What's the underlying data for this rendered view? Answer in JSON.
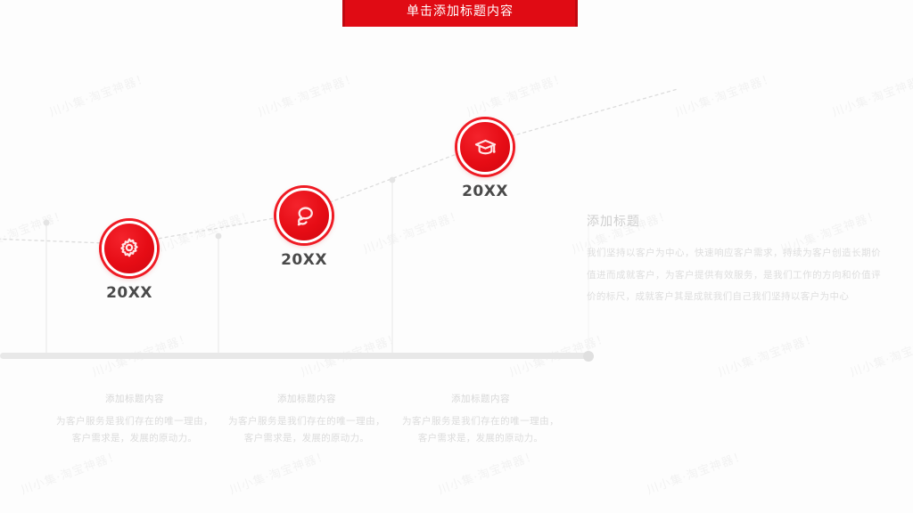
{
  "slide": {
    "background_color": "#fdfdfd",
    "accent_color": "#e00b14",
    "title_banner": {
      "text": "单击添加标题内容"
    }
  },
  "watermark": {
    "text": "川小集·淘宝神器！",
    "color": "#f2f2f2"
  },
  "timeline": {
    "milestones": [
      {
        "icon": "gear-icon",
        "year": "20XX"
      },
      {
        "icon": "chat-bubble-icon",
        "year": "20XX"
      },
      {
        "icon": "graduation-cap-icon",
        "year": "20XX"
      }
    ]
  },
  "captions": [
    {
      "title": "添加标题内容",
      "body": "为客户服务是我们存在的唯一理由，客户需求是，发展的原动力。"
    },
    {
      "title": "添加标题内容",
      "body": "为客户服务是我们存在的唯一理由，客户需求是，发展的原动力。"
    },
    {
      "title": "添加标题内容",
      "body": "为客户服务是我们存在的唯一理由，客户需求是，发展的原动力。"
    }
  ],
  "right_panel": {
    "title": "添加标题",
    "body": "我们坚持以客户为中心，快速响应客户需求，持续为客户创造长期价值进而成就客户，为客户提供有效服务，是我们工作的方向和价值评价的标尺，成就客户其是成就我们自己我们坚持以客户为中心"
  }
}
